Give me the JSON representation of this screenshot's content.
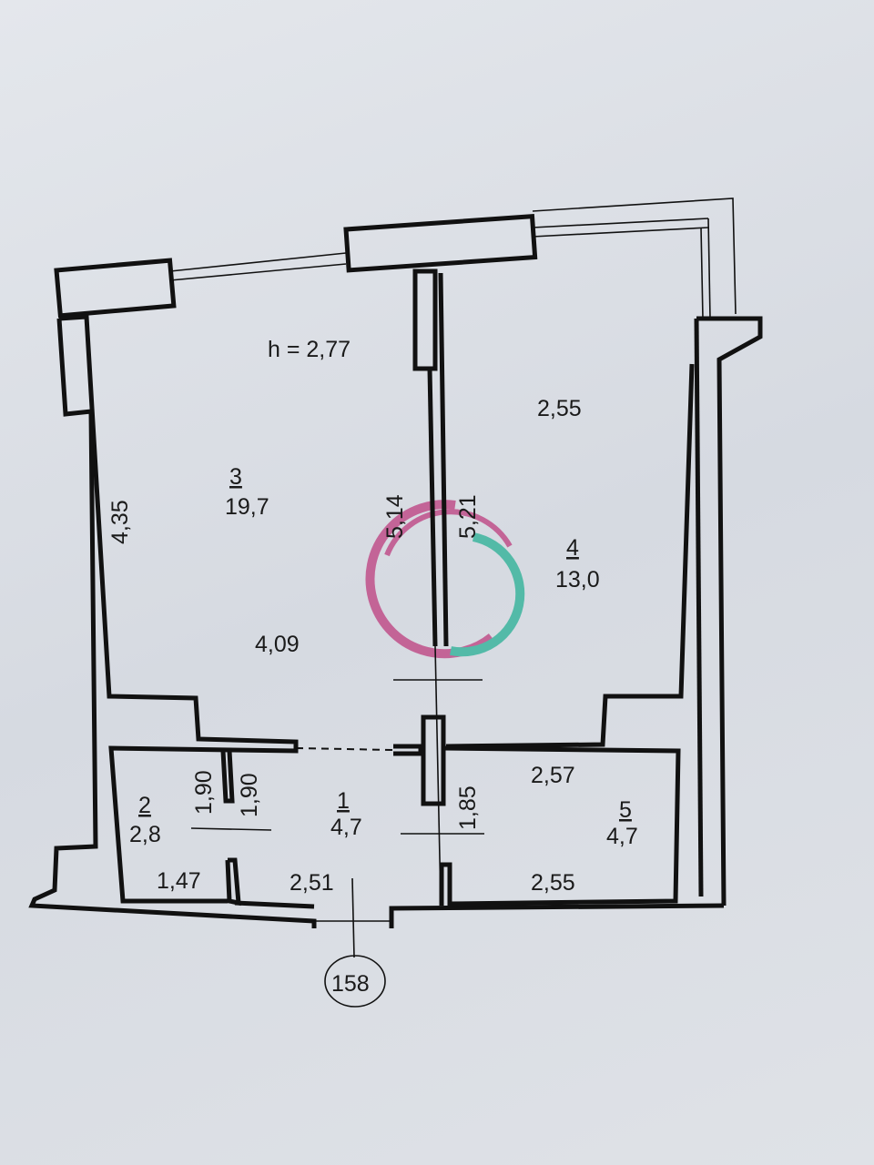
{
  "plan": {
    "ceiling_height": "h = 2,77",
    "rooms": [
      {
        "number": "1",
        "area": "4,7"
      },
      {
        "number": "2",
        "area": "2,8"
      },
      {
        "number": "3",
        "area": "19,7"
      },
      {
        "number": "4",
        "area": "13,0"
      },
      {
        "number": "5",
        "area": "4,7"
      }
    ],
    "dimensions": {
      "room3_left": "4,35",
      "room3_bottom": "4,09",
      "room3_right": "5,14",
      "room4_left": "5,21",
      "room4_top": "2,55",
      "room2_left": "1,90",
      "room2_bottom": "1,47",
      "room1_left": "1,90",
      "room1_bottom": "2,51",
      "room5_left": "1,85",
      "room5_top": "2,57",
      "room5_bottom": "2,55"
    },
    "apartment_number": "158"
  },
  "colors": {
    "watermark_pink": "#c0508a",
    "watermark_teal": "#3db59e"
  }
}
